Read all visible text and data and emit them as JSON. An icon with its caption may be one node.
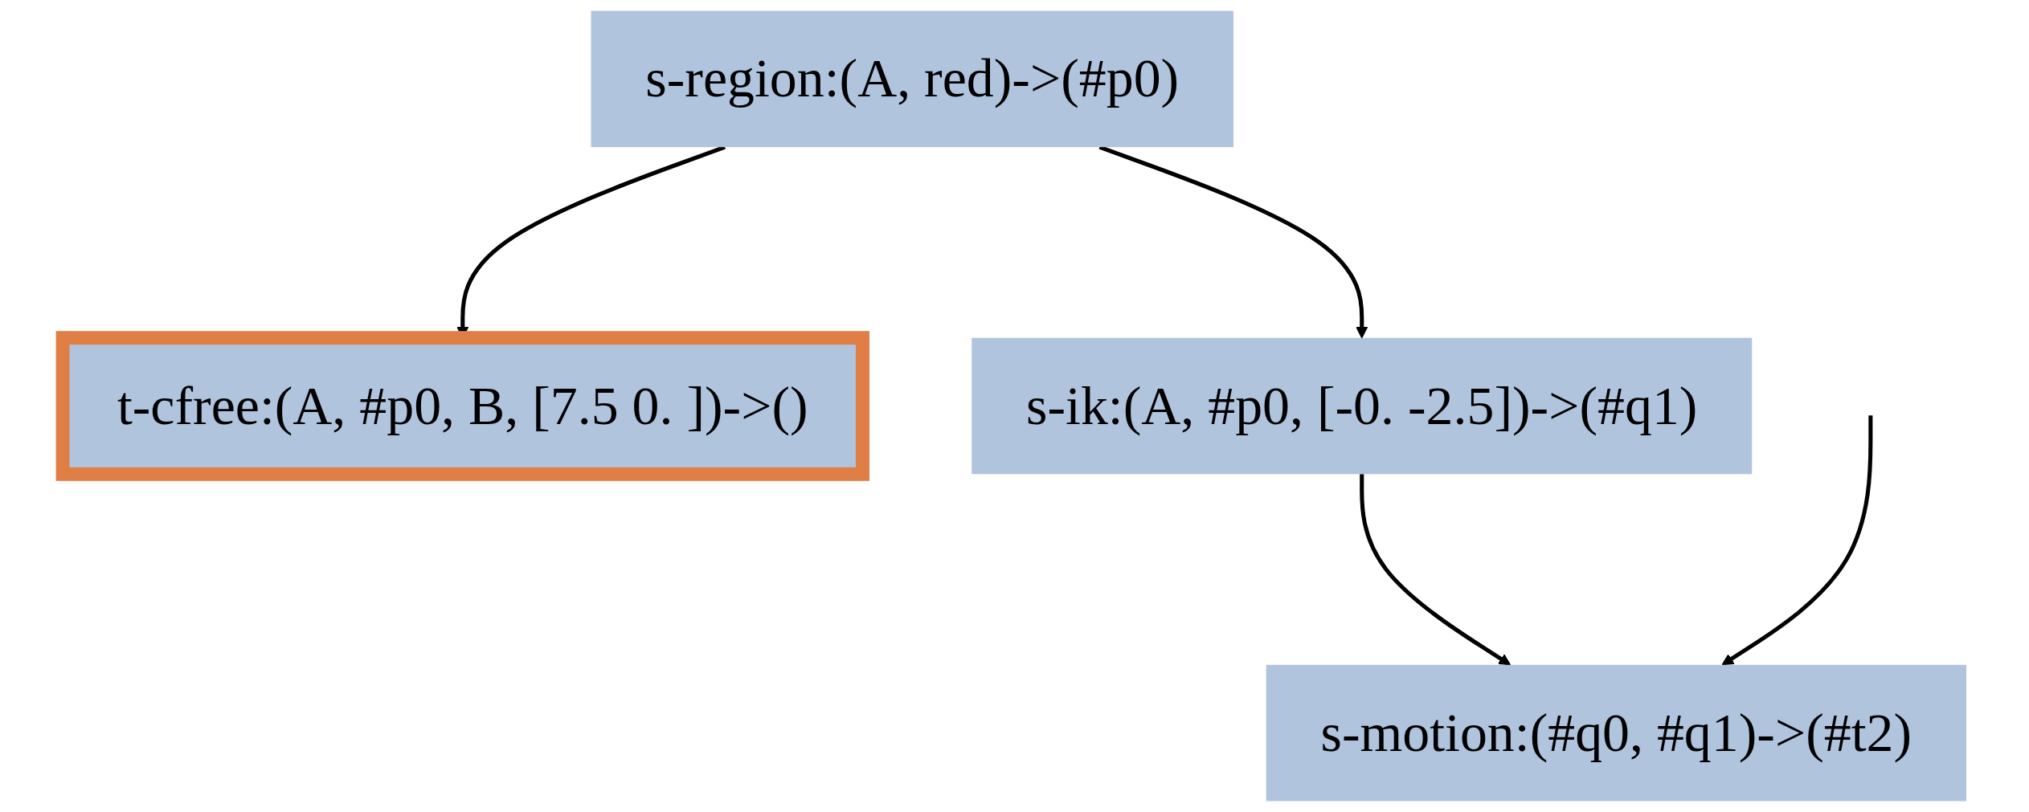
{
  "diagram": {
    "nodes": [
      {
        "text": [
          "s-region:(A, red)->(#p0)"
        ]
      },
      {
        "text": [
          "t-cfree:(A, #p0, B, [7.5 0. ])->()"
        ]
      },
      {
        "text": [
          "s-ik:(A, #p0, [-0. -2.5])->(#q1)"
        ]
      },
      {
        "text": [
          "s-motion:(#q0, #q1)->(#t2)"
        ]
      }
    ],
    "edges": [
      {
        "from": 0,
        "to": 1,
        "arrow": "to"
      },
      {
        "from": 0,
        "to": 2,
        "arrow": "to"
      },
      {
        "from": 2,
        "to": 3,
        "arrow": "to"
      },
      {
        "from": null,
        "to": 3,
        "arrow": "to"
      }
    ]
  }
}
